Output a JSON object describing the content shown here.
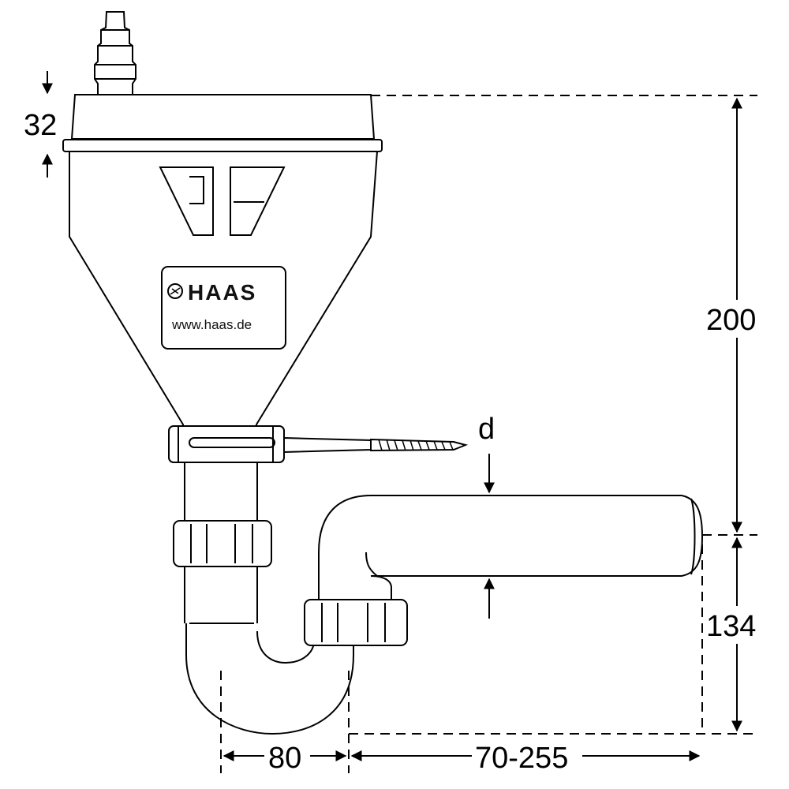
{
  "dimensions": {
    "height_cap": "32",
    "height_total": "200",
    "height_outlet": "134",
    "width_trap": "80",
    "width_outlet": "70-255",
    "diameter_label": "d"
  },
  "label": {
    "brand": "HAAS",
    "url": "www.haas.de"
  },
  "colors": {
    "line": "#000000",
    "background": "#ffffff"
  }
}
